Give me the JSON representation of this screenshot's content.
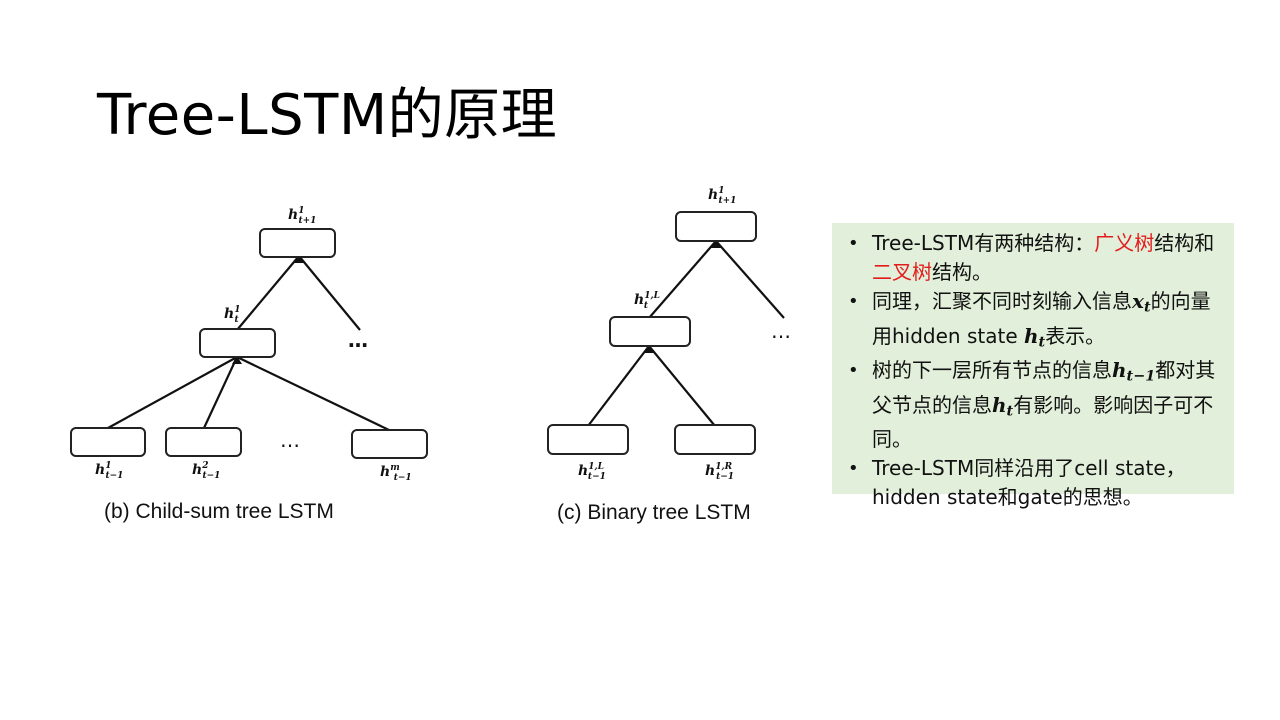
{
  "title": "Tree-LSTM的原理",
  "left_diagram": {
    "caption": "(b) Child-sum tree LSTM",
    "root": {
      "base": "h",
      "sup": "1",
      "sub": "t+1"
    },
    "mid": {
      "base": "h",
      "sup": "1",
      "sub": "t"
    },
    "leaves": [
      {
        "base": "h",
        "sup": "1",
        "sub": "t−1"
      },
      {
        "base": "h",
        "sup": "2",
        "sub": "t−1"
      },
      {
        "base": "h",
        "sup": "m",
        "sub": "t−1"
      }
    ],
    "ellipsis_mid": "…",
    "ellipsis_leaves": "…"
  },
  "right_diagram": {
    "caption": "(c) Binary tree LSTM",
    "root": {
      "base": "h",
      "sup": "1",
      "sub": "t+1"
    },
    "mid": {
      "base": "h",
      "sup": "1,L",
      "sub": "t"
    },
    "leaves": [
      {
        "base": "h",
        "sup": "1,L",
        "sub": "t−1"
      },
      {
        "base": "h",
        "sup": "1,R",
        "sub": "t−1"
      }
    ],
    "ellipsis_mid": "…"
  },
  "notes": {
    "bullet_symbol": "•",
    "items": [
      {
        "parts": [
          "Tree-LSTM有两种结构：",
          "广义树",
          "结构和",
          "二叉树",
          "结构。"
        ]
      },
      {
        "parts": [
          "同理，汇聚不同时刻输入信息",
          "x",
          "t",
          "的向量用hidden state ",
          "h",
          "t",
          "表示。"
        ]
      },
      {
        "parts": [
          "树的下一层所有节点的信息",
          "h",
          "t−1",
          "都对其父节点的信息",
          "h",
          "t",
          "有影响。影响因子可不同。"
        ]
      },
      {
        "parts": [
          "Tree-LSTM同样沿用了cell state，hidden state和gate的思想。"
        ]
      }
    ],
    "highlight_color": "#e31c1c",
    "background": "#e2efda"
  }
}
